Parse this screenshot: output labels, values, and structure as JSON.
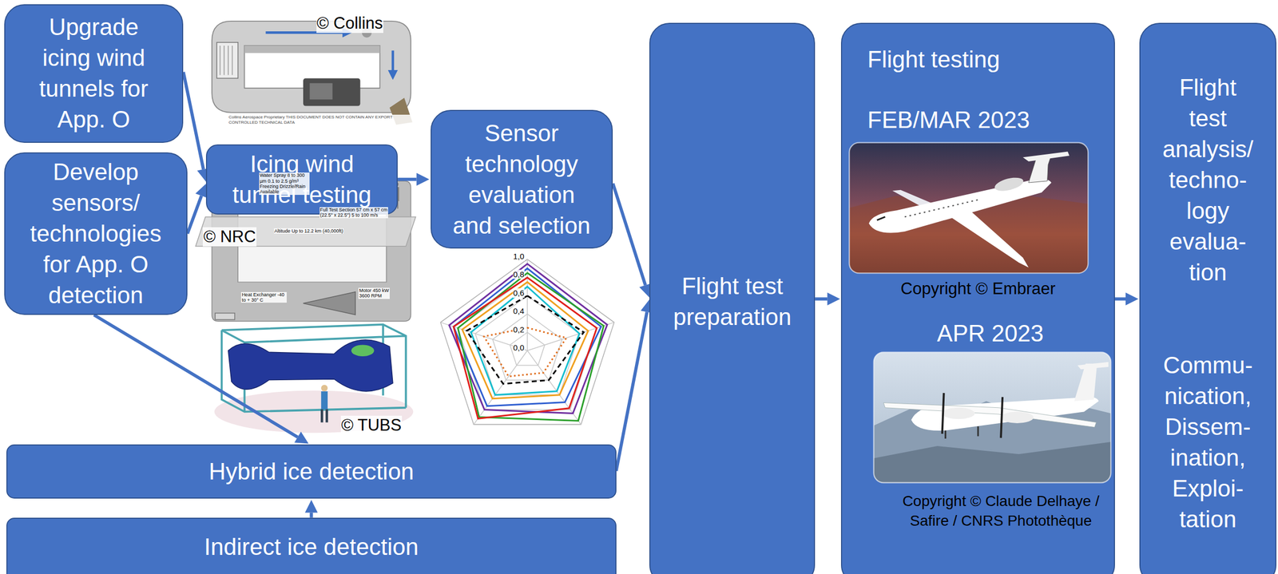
{
  "diagram": {
    "nodes": [
      {
        "text": [
          "Upgrade icing wind tunnels for App. O"
        ]
      },
      {
        "text": [
          "Develop sensors/ technologies for App. O detection"
        ]
      },
      {
        "text": [
          "Icing wind tunnel testing"
        ]
      },
      {
        "text": [
          "Sensor technology evaluation and selection"
        ]
      },
      {
        "text": [
          "Hybrid ice detection"
        ]
      },
      {
        "text": [
          "Indirect ice detection"
        ]
      },
      {
        "text": [
          "Flight test preparation"
        ]
      },
      {
        "text": [
          "Flight testing",
          "FEB/MAR 2023",
          "Copyright © Embraer",
          "APR 2023",
          "Copyright © Claude Delhaye / Safire / CNRS Photothèque"
        ]
      },
      {
        "text": [
          "Flight test analysis/ techno- logy evalua- tion",
          "Commu- nication, Dissem- ination, Exploi- tation"
        ]
      }
    ],
    "edges": [
      {
        "from": 0,
        "to": 2,
        "arrow": "to"
      },
      {
        "from": 1,
        "to": 2,
        "arrow": "to"
      },
      {
        "from": 1,
        "to": 4,
        "arrow": "to"
      },
      {
        "from": 2,
        "to": 3,
        "arrow": "to"
      },
      {
        "from": 3,
        "to": 6,
        "arrow": "to"
      },
      {
        "from": 4,
        "to": 6,
        "arrow": "to"
      },
      {
        "from": 5,
        "to": 4,
        "arrow": "to"
      },
      {
        "from": 6,
        "to": 7,
        "arrow": "to"
      },
      {
        "from": 7,
        "to": 8,
        "arrow": "to"
      }
    ],
    "labels": [
      "© Collins",
      "Collins Aerospace Proprietary THIS DOCUMENT DOES NOT CONTAIN ANY EXPORT CONTROLLED TECHNICAL DATA",
      "© NRC",
      "Water Spray 8 to 300 µm 0.1 to 2.5 g/m³ Freezing Drizzle/Rain Available",
      "Full Test Section 57 cm x 57 cm (22.5\" x 22.5\") 5 to 100 m/s",
      "Altitude Up to 12.2 km (40,000ft)",
      "Heat Exchanger -40 to + 30° C",
      "Motor 450 kW 3600 RPM",
      "© TUBS",
      "1,0",
      "0,8",
      "0,6",
      "0,4",
      "0,2",
      "0,0"
    ]
  }
}
